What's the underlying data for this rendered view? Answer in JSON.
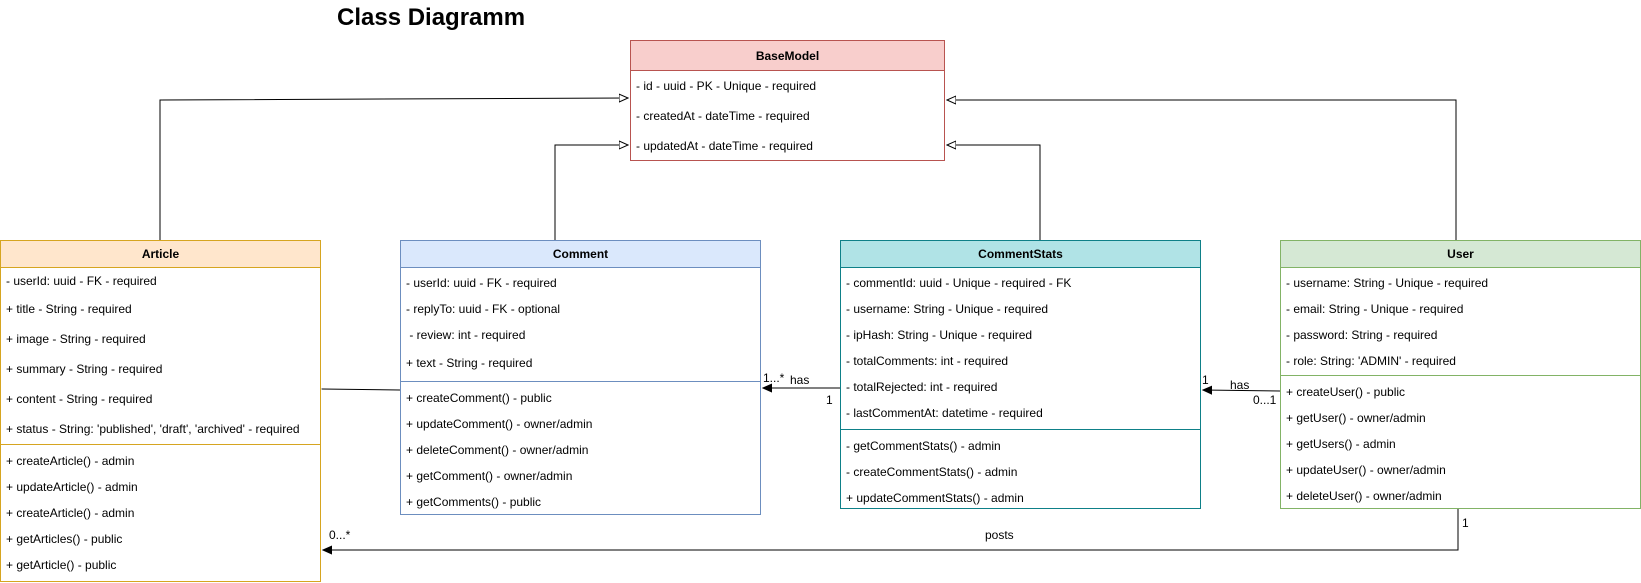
{
  "title": "Class Diagramm",
  "colors": {
    "base_model_fill": "#f8cecc",
    "base_model_stroke": "#b85450",
    "article_fill": "#ffe6cc",
    "article_stroke": "#d6a520",
    "comment_fill": "#dae8fc",
    "comment_stroke": "#6c8ebf",
    "comment_stats_fill": "#b0e3e6",
    "comment_stats_stroke": "#0e8088",
    "user_fill": "#d5e8d4",
    "user_stroke": "#82b366"
  },
  "classes": {
    "base_model": {
      "name": "BaseModel",
      "attributes": [
        "- id - uuid - PK - Unique - required",
        "- createdAt - dateTime - required",
        "- updatedAt - dateTime - required"
      ],
      "methods": []
    },
    "article": {
      "name": "Article",
      "attributes": [
        "- userId: uuid - FK - required",
        "+ title - String - required",
        "+ image - String - required",
        "+ summary - String - required",
        "+ content - String - required",
        "+ status - String: 'published', 'draft', 'archived' - required"
      ],
      "methods": [
        "+ createArticle() - admin",
        "+ updateArticle() - admin",
        "+ createArticle() - admin",
        "+ getArticles() - public",
        "+ getArticle() - public"
      ]
    },
    "comment": {
      "name": "Comment",
      "attributes": [
        "- userId: uuid - FK - required",
        "- replyTo: uuid - FK - optional",
        " - review: int - required",
        "+ text - String - required"
      ],
      "methods": [
        "+ createComment() - public",
        "+ updateComment() - owner/admin",
        "+ deleteComment() - owner/admin",
        "+ getComment() - owner/admin",
        "+ getComments() - public"
      ]
    },
    "comment_stats": {
      "name": "CommentStats",
      "attributes": [
        "- commentId: uuid - Unique - required - FK",
        "- username: String - Unique - required",
        "- ipHash: String - Unique - required",
        "- totalComments: int - required",
        "- totalRejected: int - required",
        "- lastCommentAt: datetime - required"
      ],
      "methods": [
        "- getCommentStats() - admin",
        "- createCommentStats() - admin",
        "+ updateCommentStats() - admin"
      ]
    },
    "user": {
      "name": "User",
      "attributes": [
        "- username: String - Unique - required",
        "- email: String - Unique - required",
        "- password: String - required",
        "- role: String: 'ADMIN' - required"
      ],
      "methods": [
        "+ createUser() - public",
        "+ getUser() - owner/admin",
        "+ getUsers() - admin",
        "+ updateUser() - owner/admin",
        "+ deleteUser() - owner/admin"
      ]
    }
  },
  "relations": {
    "stats_comment": {
      "label": "has",
      "source_mult": "1",
      "target_mult": "1...*"
    },
    "user_stats": {
      "label": "has",
      "source_mult": "0...1",
      "target_mult": "1"
    },
    "user_article": {
      "label": "posts",
      "source_mult": "1",
      "target_mult": "0...*"
    }
  }
}
